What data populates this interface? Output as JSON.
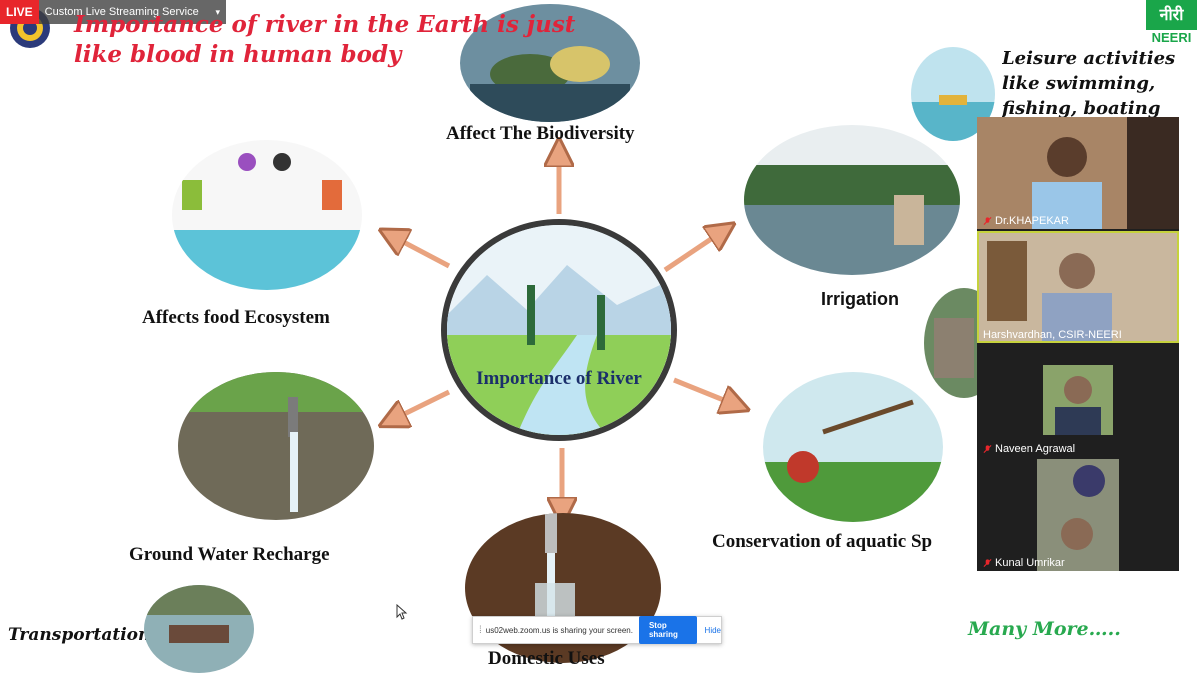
{
  "live": {
    "badge": "LIVE",
    "service": "Custom Live Streaming Service",
    "caret": "▾"
  },
  "headline": {
    "line1": "Importance of river in the Earth is just",
    "line2": "like  blood in human body"
  },
  "logo": {
    "neeri_devanagari": "नीरी",
    "neeri_word": "NEERI"
  },
  "center": {
    "label": "Importance of River"
  },
  "nodes": {
    "biodiversity": "Affect The Biodiversity",
    "food": "Affects food Ecosystem",
    "irrigation": "Irrigation",
    "groundwater": "Ground Water Recharge",
    "conservation": "Conservation of aquatic Sp",
    "domestic": "Domestic Uses",
    "transport": "Transportation",
    "leisure1": "Leisure activities",
    "leisure2": "like swimming,",
    "leisure3": "fishing, boating"
  },
  "many_more": "Many More…..",
  "participants": [
    {
      "name": "Dr.KHAPEKAR",
      "muted": true
    },
    {
      "name": "Harshvardhan, CSIR-NEERI",
      "muted": false
    },
    {
      "name": "Naveen Agrawal",
      "muted": true
    },
    {
      "name": "Kunal Umrikar",
      "muted": true
    }
  ],
  "share": {
    "text": "us02web.zoom.us is sharing your screen.",
    "stop": "Stop sharing",
    "hide": "Hide"
  },
  "colors": {
    "headline": "#e0243a",
    "many_more": "#28a94f",
    "arrow": "#e9a37f",
    "live": "#e8262b",
    "neeri": "#1aa64a"
  }
}
